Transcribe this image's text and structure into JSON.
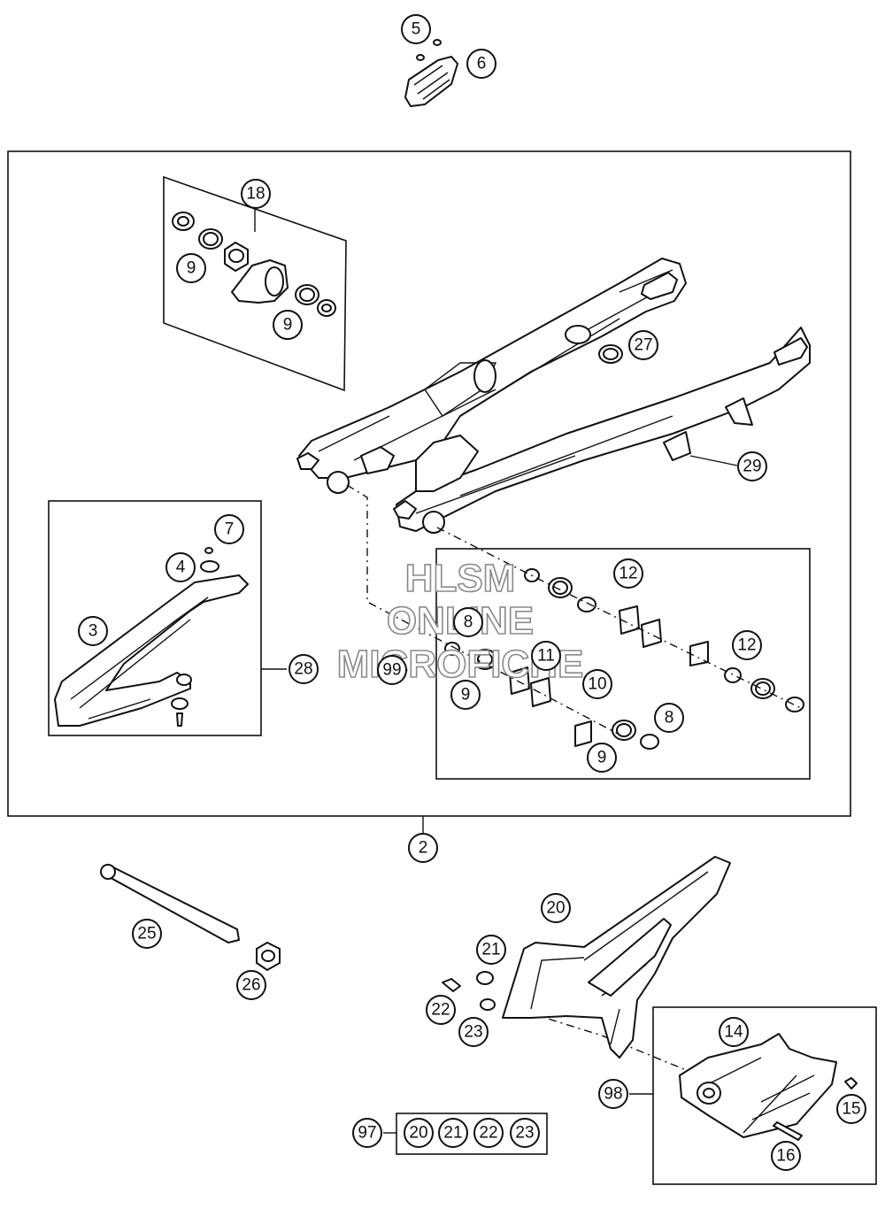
{
  "watermark": {
    "line1": "HLSM",
    "line2": "ONLINE",
    "line3": "MICROFICHE"
  },
  "callouts": {
    "c2": "2",
    "c3": "3",
    "c4": "4",
    "c5": "5",
    "c6": "6",
    "c7": "7",
    "c8a": "8",
    "c8b": "8",
    "c9a": "9",
    "c9b": "9",
    "c9c": "9",
    "c9d": "9",
    "c10": "10",
    "c11": "11",
    "c12a": "12",
    "c12b": "12",
    "c14": "14",
    "c15": "15",
    "c16": "16",
    "c18": "18",
    "c20a": "20",
    "c20b": "20",
    "c21a": "21",
    "c21b": "21",
    "c22a": "22",
    "c22b": "22",
    "c23a": "23",
    "c23b": "23",
    "c25": "25",
    "c26": "26",
    "c27": "27",
    "c28": "28",
    "c29": "29",
    "c97": "97",
    "c98": "98",
    "c99": "99"
  },
  "colors": {
    "line": "#111111",
    "watermark": "#8a8a8a",
    "background": "#ffffff"
  }
}
